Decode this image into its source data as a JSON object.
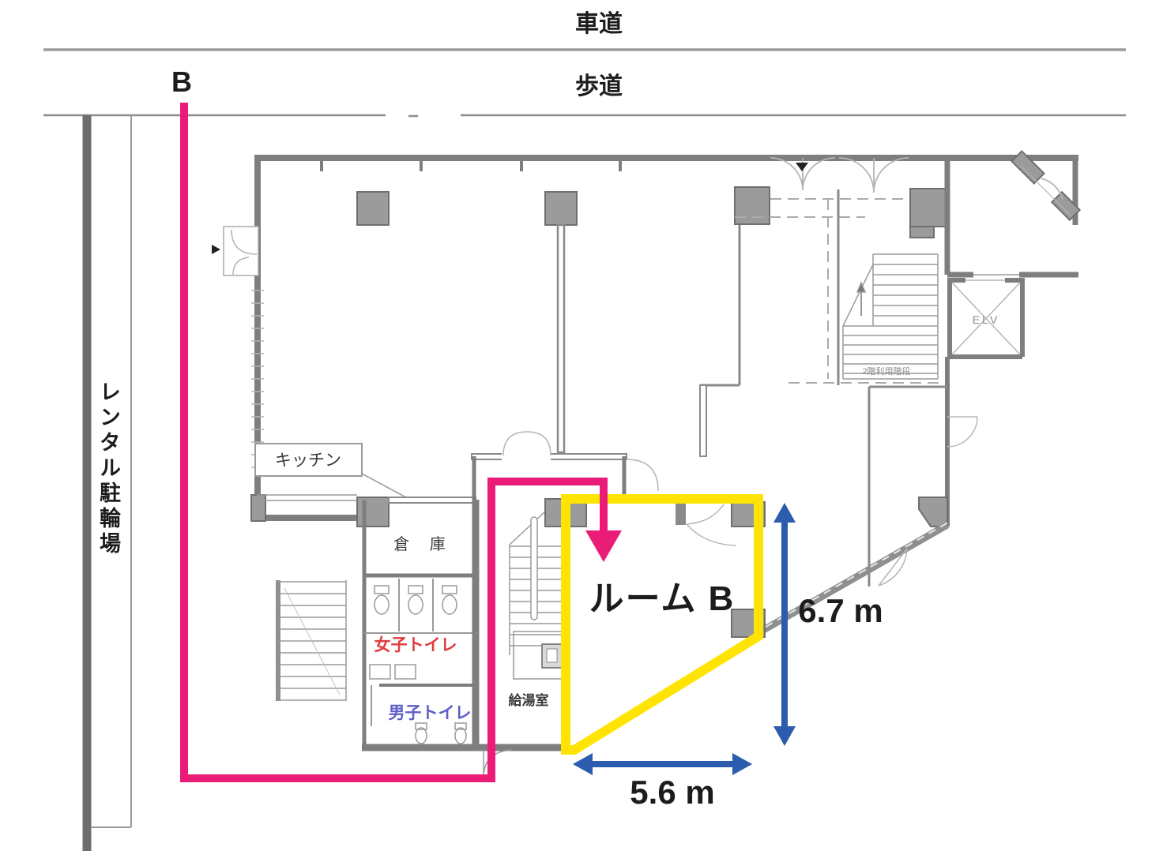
{
  "roads": {
    "roadway_label": "車道",
    "sidewalk_label": "歩道"
  },
  "parking": {
    "label": "レンタル駐輪場"
  },
  "route": {
    "entry_label": "B"
  },
  "rooms": {
    "kitchen_label": "キッチン",
    "storage_label": "倉 庫",
    "womens_toilet_label": "女子トイレ",
    "mens_toilet_label": "男子トイレ",
    "kitchenette_label": "給湯室",
    "room_b_label": "ルーム B",
    "elevator_label": "ELV",
    "stairs_2f_label": "2階利用階段"
  },
  "dimensions": {
    "width_label": "5.6 m",
    "height_label": "6.7 m"
  },
  "colors": {
    "route_pink": "#EB1C78",
    "highlight_yellow": "#FFE403",
    "dimension_blue": "#2B5CAD",
    "wall_gray": "#7E7E7E",
    "womens_red": "#E03C3C",
    "mens_blue": "#5E5EC9"
  }
}
